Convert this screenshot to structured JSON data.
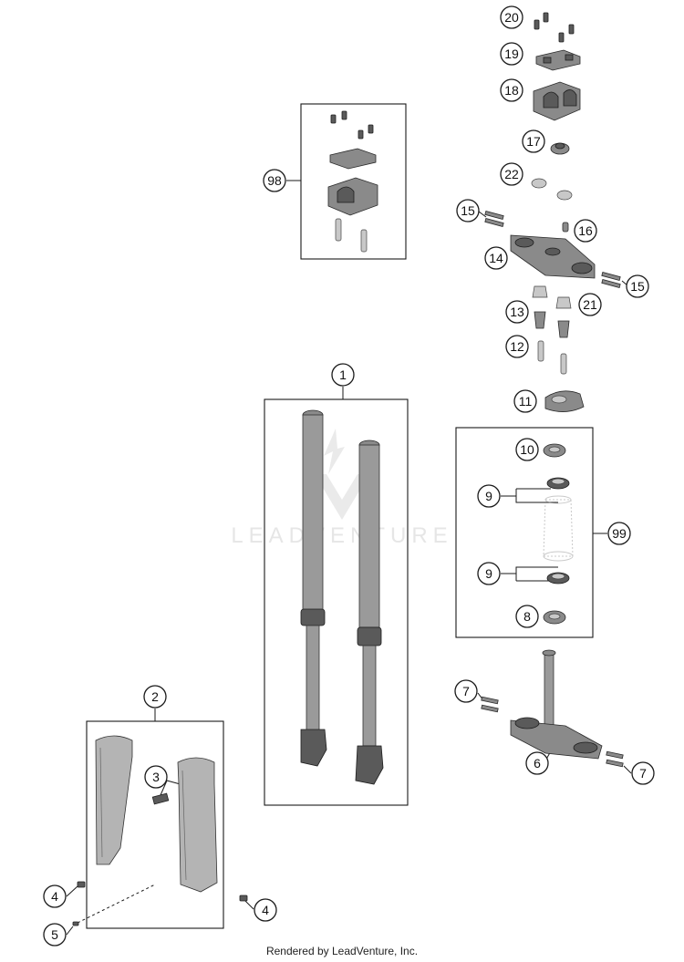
{
  "watermark": "LEADVENTURE",
  "footer": "Rendered by LeadVenture, Inc.",
  "callouts": {
    "c20": "20",
    "c19": "19",
    "c18": "18",
    "c17": "17",
    "c22": "22",
    "c15a": "15",
    "c16": "16",
    "c14": "14",
    "c15b": "15",
    "c13": "13",
    "c21": "21",
    "c12": "12",
    "c11": "11",
    "c10": "10",
    "c9a": "9",
    "c99": "99",
    "c9b": "9",
    "c8": "8",
    "c98": "98",
    "c1": "1",
    "c7a": "7",
    "c6": "6",
    "c7b": "7",
    "c2": "2",
    "c3": "3",
    "c4a": "4",
    "c4b": "4",
    "c5": "5"
  }
}
